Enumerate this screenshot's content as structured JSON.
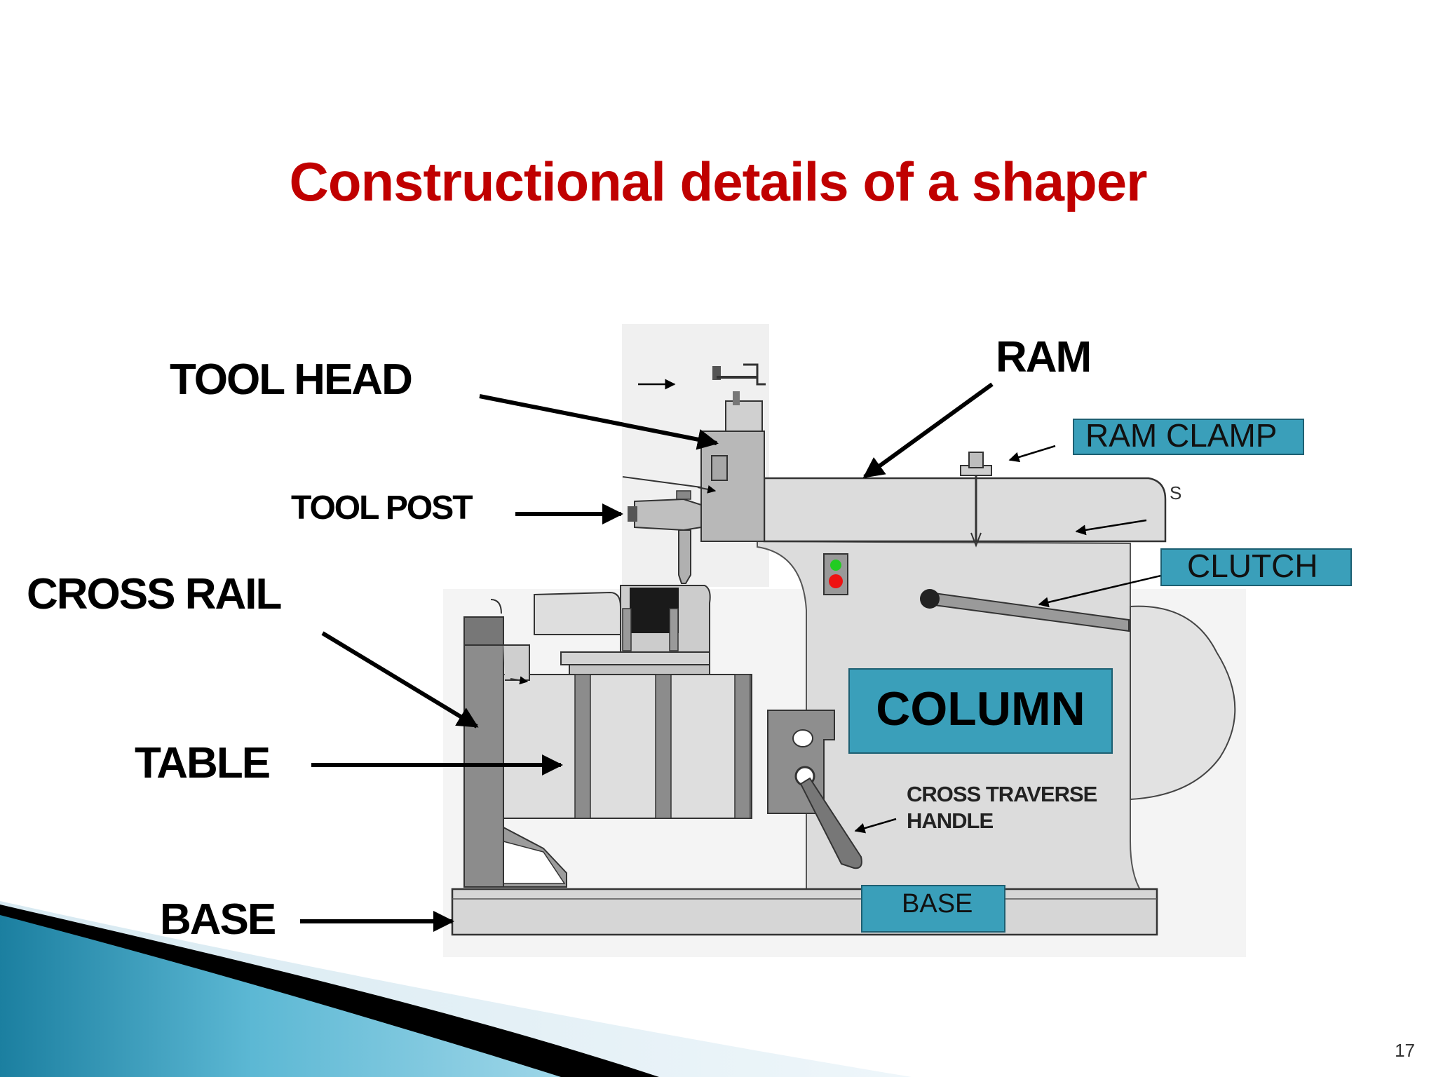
{
  "slide": {
    "title": "Constructional details of a shaper",
    "page_number": "17"
  },
  "labels": {
    "tool_head": "TOOL HEAD",
    "tool_post": "TOOL POST",
    "cross_rail": "CROSS RAIL",
    "table": "TABLE",
    "base": "BASE",
    "ram": "RAM",
    "ram_clamp": "RAM CLAMP",
    "clutch": "CLUTCH",
    "column": "COLUMN",
    "cross_traverse_handle": [
      "CROSS TRAVERSE",
      "HANDLE"
    ],
    "base_box": "BASE",
    "small_letter": "S"
  },
  "colors": {
    "title": "#c00000",
    "label_box": "#3a9fba",
    "machine_body": "#dcdcdc",
    "machine_dark": "#8c8c8c",
    "indicator_green": "#22cc22",
    "indicator_red": "#ee1111"
  }
}
